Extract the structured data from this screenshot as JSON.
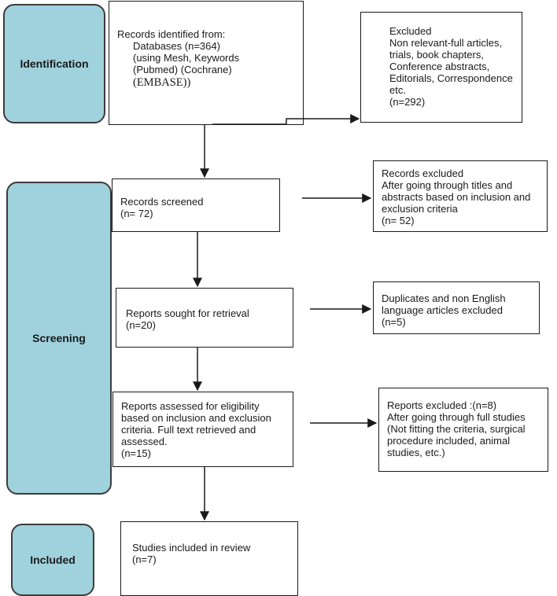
{
  "phases": {
    "identification": "Identification",
    "screening": "Screening",
    "included": "Included"
  },
  "boxes": {
    "records_identified": {
      "heading": "Records identified from:",
      "lines": [
        "Databases (n=364)",
        "(using Mesh, Keywords",
        "(Pubmed) (Cochrane)"
      ],
      "serif_line": "(EMBASE))"
    },
    "excluded_identification": {
      "lines": [
        "Excluded",
        "Non relevant-full articles,",
        "trials, book chapters,",
        "Conference abstracts,",
        "Editorials, Correspondence",
        "etc.",
        "(n=292)"
      ]
    },
    "records_screened": {
      "lines": [
        "Records screened",
        "(n= 72)"
      ]
    },
    "records_excluded": {
      "lines": [
        "Records excluded",
        "After going through titles and",
        "abstracts based on inclusion and",
        "exclusion criteria",
        "(n= 52)"
      ]
    },
    "reports_sought": {
      "lines": [
        "Reports sought for retrieval",
        "(n=20)"
      ]
    },
    "duplicates_excluded": {
      "lines": [
        "Duplicates and non English",
        "language articles excluded",
        "(n=5)"
      ]
    },
    "reports_assessed": {
      "lines": [
        "Reports assessed for eligibility",
        "based on inclusion and exclusion",
        "criteria. Full text retrieved and",
        "assessed.",
        "(n=15)"
      ]
    },
    "reports_excluded": {
      "lines": [
        "Reports excluded :(n=8)",
        "After going through full studies",
        "(Not fitting the criteria, surgical",
        "procedure included, animal",
        "studies, etc.)"
      ]
    },
    "studies_included": {
      "lines": [
        "Studies included in review",
        "(n=7)"
      ]
    }
  }
}
